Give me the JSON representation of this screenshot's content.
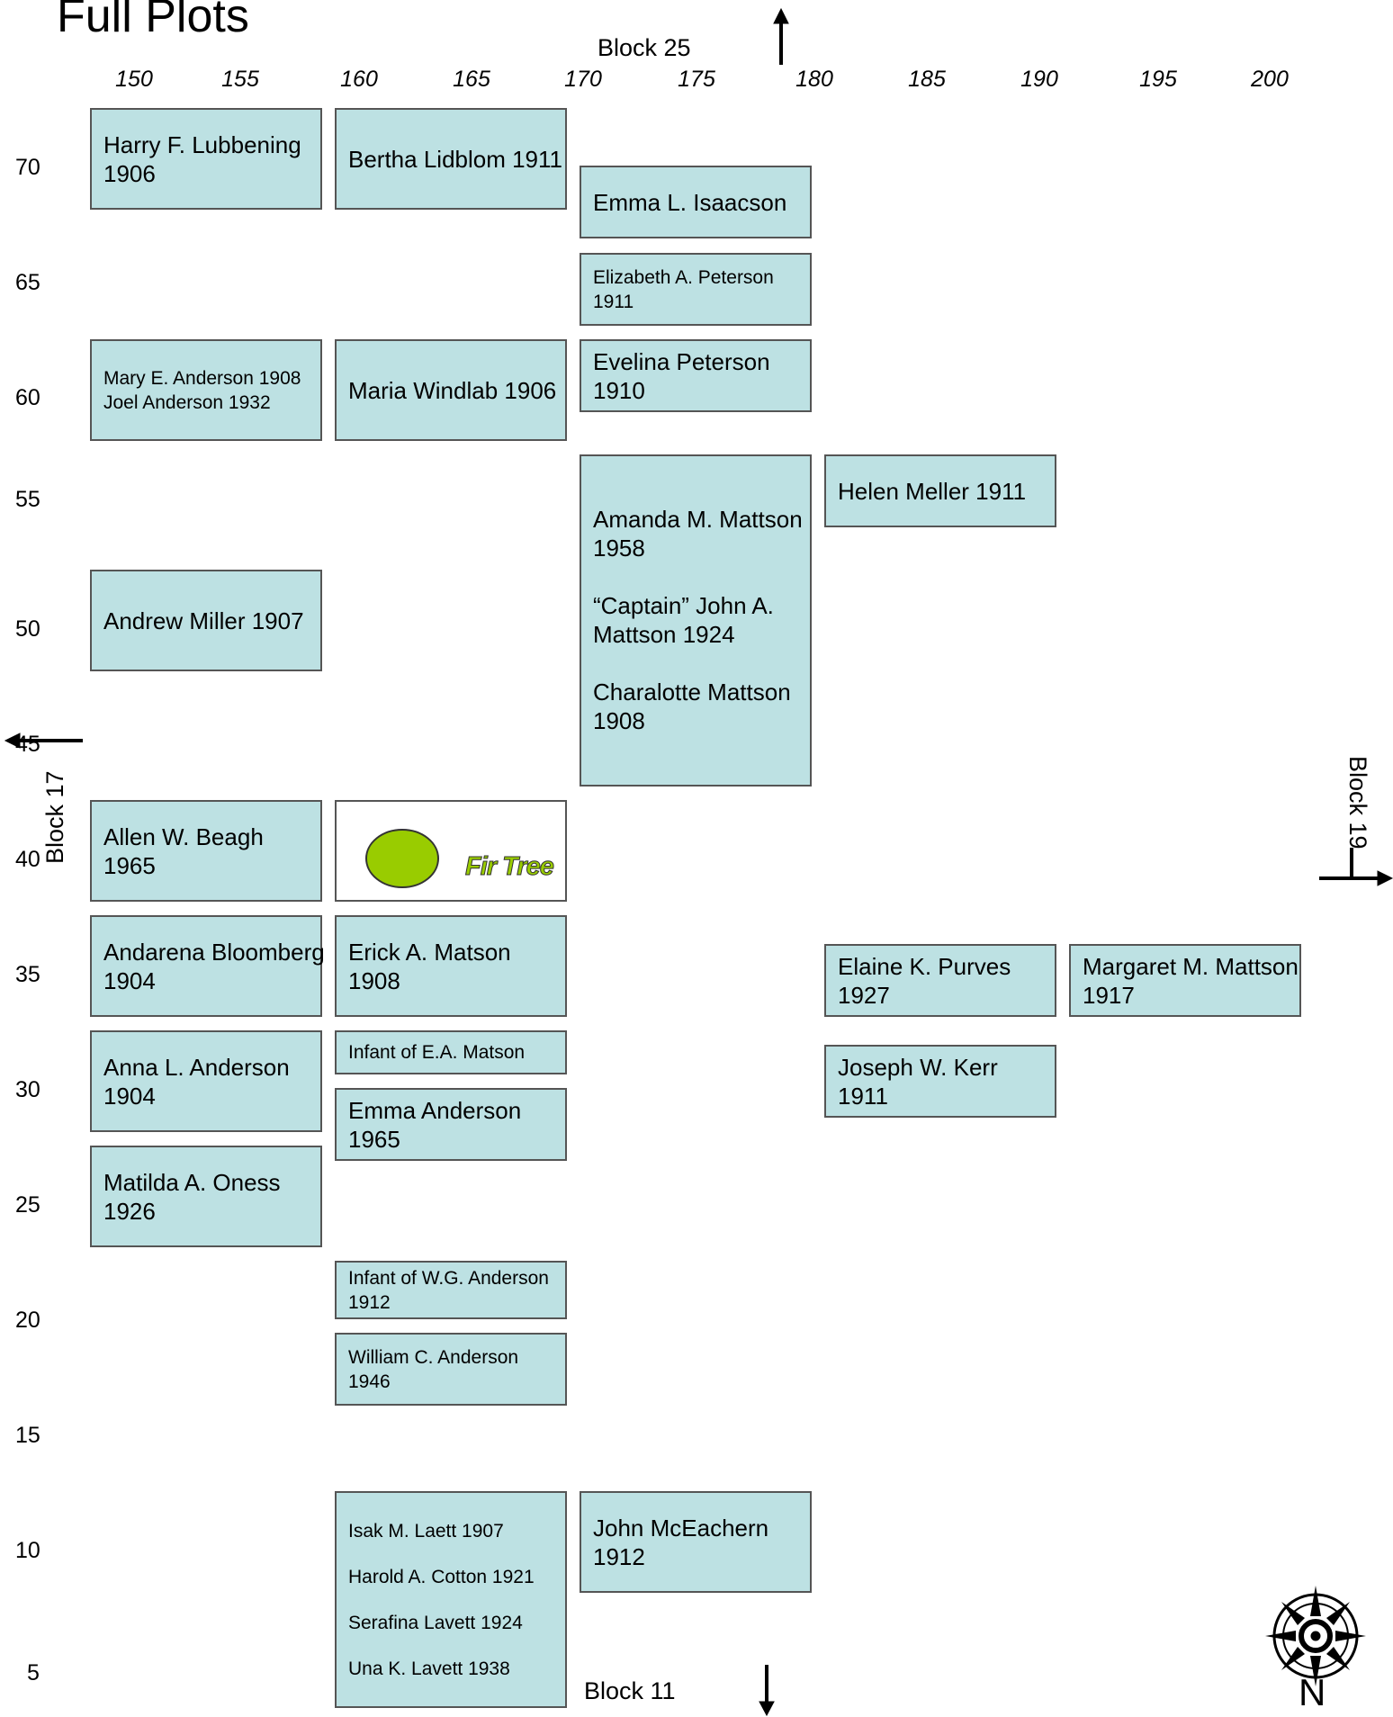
{
  "title": "Full Plots",
  "x_ticks": [
    "150",
    "155",
    "160",
    "165",
    "170",
    "175",
    "180",
    "185",
    "190",
    "195",
    "200"
  ],
  "y_ticks": [
    "70",
    "65",
    "60",
    "55",
    "50",
    "45",
    "40",
    "35",
    "30",
    "25",
    "20",
    "15",
    "10",
    "5"
  ],
  "plots": {
    "lubbening": [
      "Harry F. Lubbening",
      "1906"
    ],
    "lidblom": [
      "Bertha Lidblom 1911"
    ],
    "isaacson": [
      "Emma L. Isaacson"
    ],
    "peterson_e": [
      "Elizabeth A. Peterson",
      "1911"
    ],
    "anderson_mary": [
      "Mary E. Anderson 1908",
      "Joel Anderson 1932"
    ],
    "windlab": [
      "Maria Windlab 1906"
    ],
    "evelina": [
      "Evelina Peterson",
      "1910"
    ],
    "mattson": [
      "Amanda M. Mattson",
      "1958",
      "“Captain” John A.",
      "Mattson 1924",
      "Charalotte Mattson",
      "1908"
    ],
    "meller": [
      "Helen Meller 1911"
    ],
    "miller": [
      "Andrew Miller 1907"
    ],
    "beagh": [
      "Allen W. Beagh",
      "1965"
    ],
    "bloomberg": [
      "Andarena Bloomberg",
      "1904"
    ],
    "matson_e": [
      "Erick A. Matson",
      "1908"
    ],
    "purves": [
      "Elaine K. Purves",
      "1927"
    ],
    "mattson_m": [
      "Margaret M. Mattson",
      "1917"
    ],
    "anna": [
      "Anna L. Anderson",
      "1904"
    ],
    "infant_ea": [
      "Infant of E.A. Matson"
    ],
    "kerr": [
      "Joseph W. Kerr",
      "1911"
    ],
    "emma_a": [
      "Emma Anderson",
      "1965"
    ],
    "oness": [
      "Matilda A. Oness",
      "1926"
    ],
    "infant_wg": [
      "Infant of W.G. Anderson",
      "1912"
    ],
    "william": [
      "William C. Anderson",
      "1946"
    ],
    "laett_group": [
      "Isak M. Laett 1907",
      "Harold A. Cotton 1921",
      "Serafina Lavett 1924",
      "Una K. Lavett 1938"
    ],
    "mceachern": [
      "John McEachern",
      "1912"
    ]
  },
  "fir_tree_label": "Fir Tree",
  "blocks": {
    "north": "Block 25",
    "south": "Block 11",
    "west": "Block 17",
    "east": "Block 19"
  },
  "compass_label": "N",
  "colors": {
    "plot_fill": "#bde1e3",
    "plot_border": "#555555",
    "tree_fill": "#99cc00",
    "tree_label": "#99cc00"
  }
}
